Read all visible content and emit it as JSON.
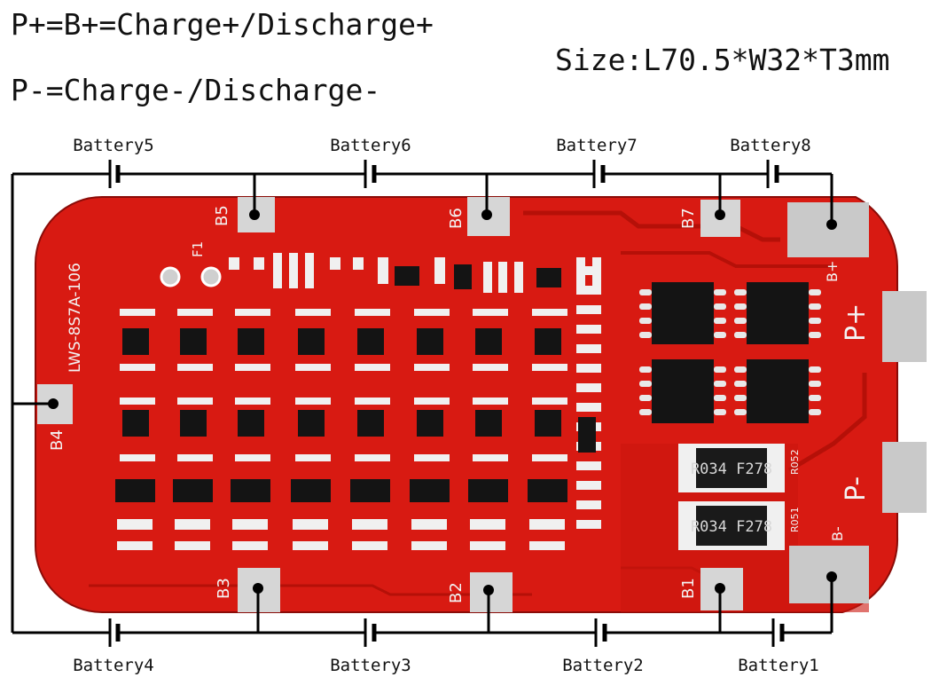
{
  "header": {
    "line1": "P+=B+=Charge+/Discharge+",
    "line2": "P-=Charge-/Discharge-",
    "size": "Size:L70.5*W32*T3mm"
  },
  "batteries": {
    "top": [
      "Battery5",
      "Battery6",
      "Battery7",
      "Battery8"
    ],
    "bottom": [
      "Battery4",
      "Battery3",
      "Battery2",
      "Battery1"
    ]
  },
  "board": {
    "model": "LWS-8S7A-106",
    "pads_top": [
      "B5",
      "B6",
      "B7"
    ],
    "pads_bottom": [
      "B3",
      "B2",
      "B1"
    ],
    "pad_left": "B4",
    "pad_bplus": "B+",
    "pad_bminus": "B-",
    "terminal_pplus": "P+",
    "terminal_pminus": "P-",
    "resistor1": "R051",
    "resistor2": "R052",
    "resistor_mark": "R034 F278",
    "fuse": "F1",
    "colors": {
      "pcb": "#dd1c14",
      "pad": "#c9c9c9",
      "chip": "#141414"
    }
  }
}
